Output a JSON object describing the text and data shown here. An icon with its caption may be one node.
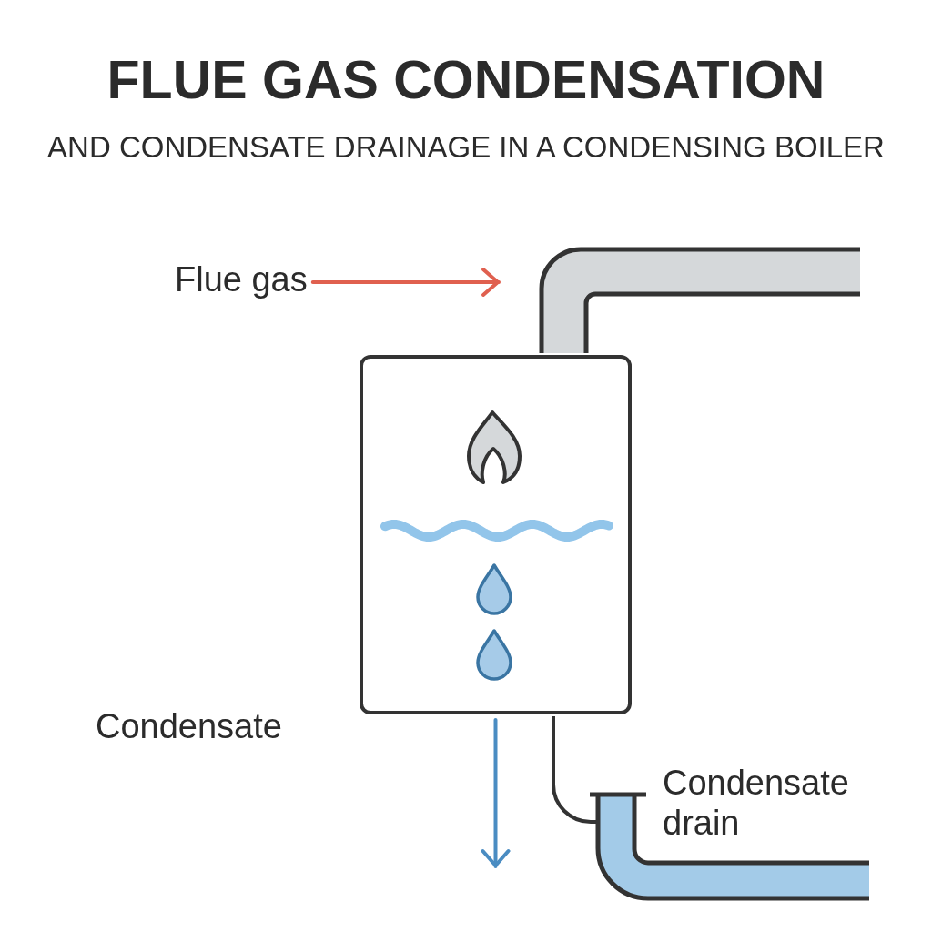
{
  "diagram": {
    "title": "FLUE GAS CONDENSATION",
    "nodes": [
      {
        "text": [
          "Flue gas"
        ]
      },
      {
        "text": [],
        "shape": "box"
      },
      {
        "text": [
          "Condensate"
        ]
      },
      {
        "text": [
          "Condensate drain"
        ]
      }
    ],
    "edges": [
      {
        "from": 0,
        "to": null,
        "arrow": "to",
        "color": "#e0604f"
      },
      {
        "from": 1,
        "to": null,
        "arrow": "to",
        "color": "#4a8cc2"
      }
    ],
    "labels": [
      "AND CONDENSATE DRAINAGE IN A CONDENSING BOILER"
    ]
  }
}
